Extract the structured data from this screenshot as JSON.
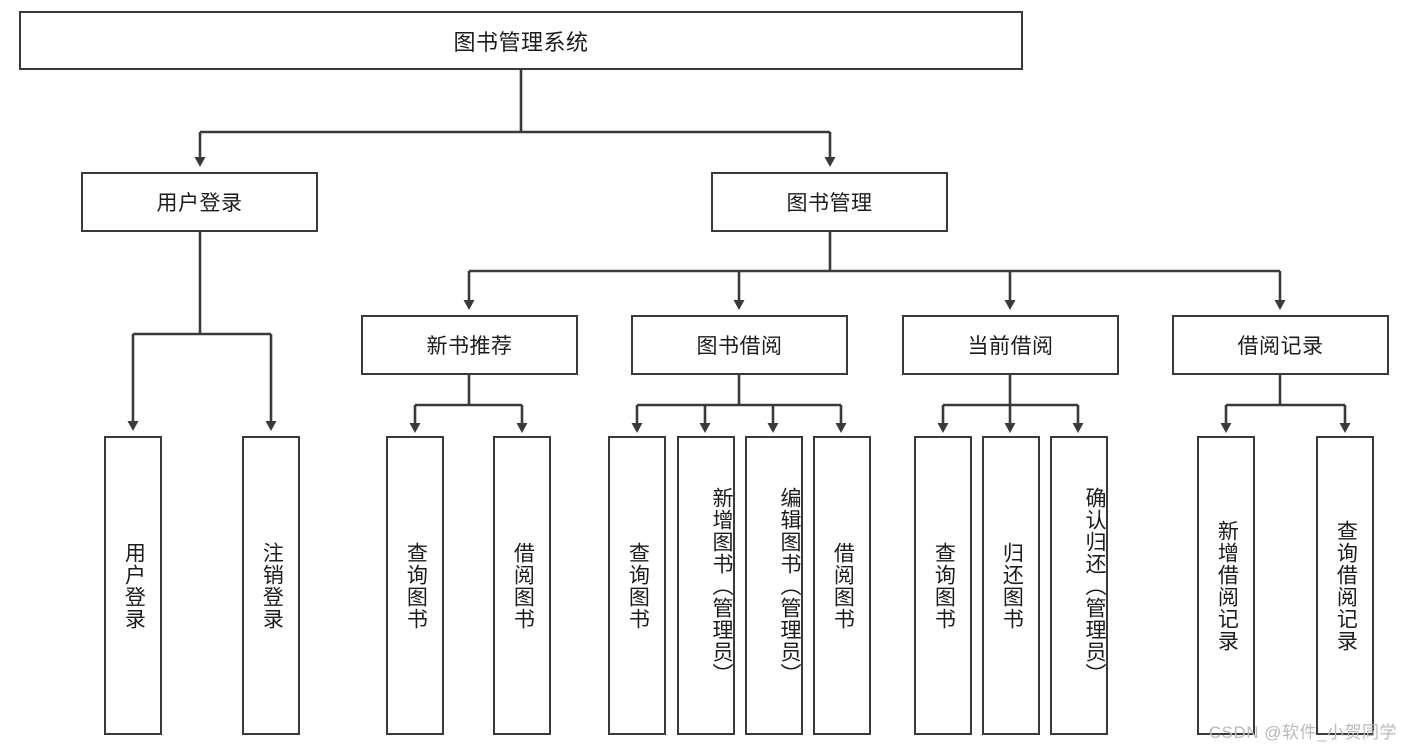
{
  "diagram": {
    "title": "图书管理系统",
    "root": {
      "label": "图书管理系统"
    },
    "level1": [
      {
        "label": "用户登录"
      },
      {
        "label": "图书管理"
      }
    ],
    "level2": [
      {
        "label": "新书推荐"
      },
      {
        "label": "图书借阅"
      },
      {
        "label": "当前借阅"
      },
      {
        "label": "借阅记录"
      }
    ],
    "leaves": {
      "user_login": [
        {
          "label": "用户登录"
        },
        {
          "label": "注销登录"
        }
      ],
      "new_book_recommend": [
        {
          "label": "查询图书"
        },
        {
          "label": "借阅图书"
        }
      ],
      "book_borrow": [
        {
          "label": "查询图书"
        },
        {
          "label": "新增图书（管理员）"
        },
        {
          "label": "编辑图书（管理员）"
        },
        {
          "label": "借阅图书"
        }
      ],
      "current_borrow": [
        {
          "label": "查询图书"
        },
        {
          "label": "归还图书"
        },
        {
          "label": "确认归还（管理员）"
        }
      ],
      "borrow_record": [
        {
          "label": "新增借阅记录"
        },
        {
          "label": "查询借阅记录"
        }
      ]
    }
  },
  "watermark": {
    "text": "CSDN @软件_小贺同学"
  },
  "colors": {
    "stroke": "#3a3a3a",
    "text": "#1c1c1c",
    "background": "#ffffff",
    "watermark": "#b9b9b9"
  }
}
